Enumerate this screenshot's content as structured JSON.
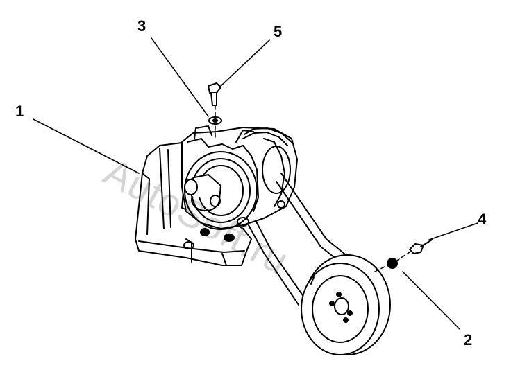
{
  "watermark": "AutoSoft.ru",
  "callouts": [
    {
      "id": "1",
      "label": "1"
    },
    {
      "id": "2",
      "label": "2"
    },
    {
      "id": "3",
      "label": "3"
    },
    {
      "id": "4",
      "label": "4"
    },
    {
      "id": "5",
      "label": "5"
    }
  ],
  "colors": {
    "line": "#000000",
    "background": "#ffffff",
    "shade": "#d9d9d9"
  }
}
